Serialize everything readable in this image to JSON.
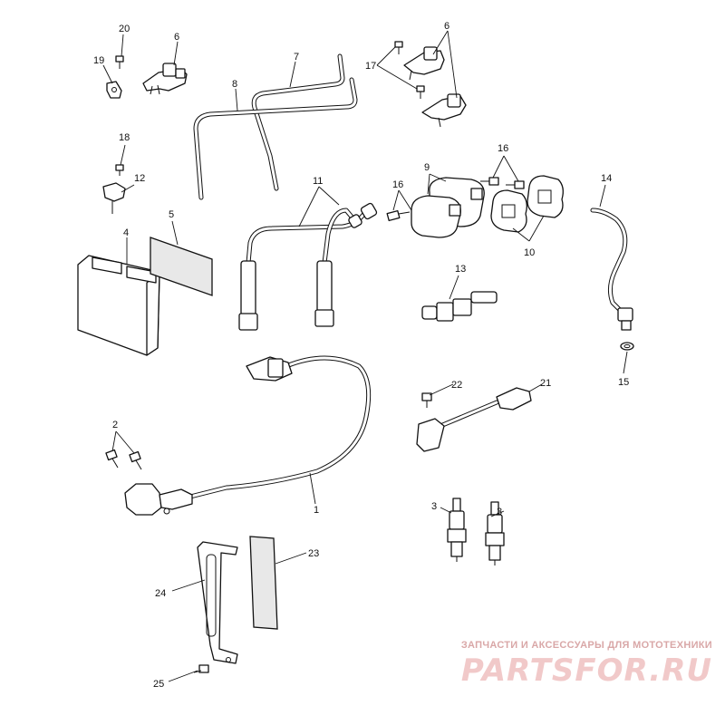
{
  "callouts": {
    "c1": "1",
    "c2": "2",
    "c3a": "3",
    "c3b": "3",
    "c4": "4",
    "c5": "5",
    "c6a": "6",
    "c6b": "6",
    "c7": "7",
    "c8": "8",
    "c9": "9",
    "c10": "10",
    "c11": "11",
    "c12": "12",
    "c13": "13",
    "c14": "14",
    "c15": "15",
    "c16a": "16",
    "c16b": "16",
    "c17": "17",
    "c18": "18",
    "c19": "19",
    "c20": "20",
    "c21": "21",
    "c22": "22",
    "c23": "23",
    "c24": "24",
    "c25": "25"
  },
  "watermark": {
    "caption": "ЗАПЧАСТИ И АКСЕССУАРЫ ДЛЯ МОТОТЕХНИКИ",
    "logo": "PARTSFOR.RU"
  },
  "colors": {
    "line": "#111111",
    "watermark": "#f1c9c9"
  }
}
